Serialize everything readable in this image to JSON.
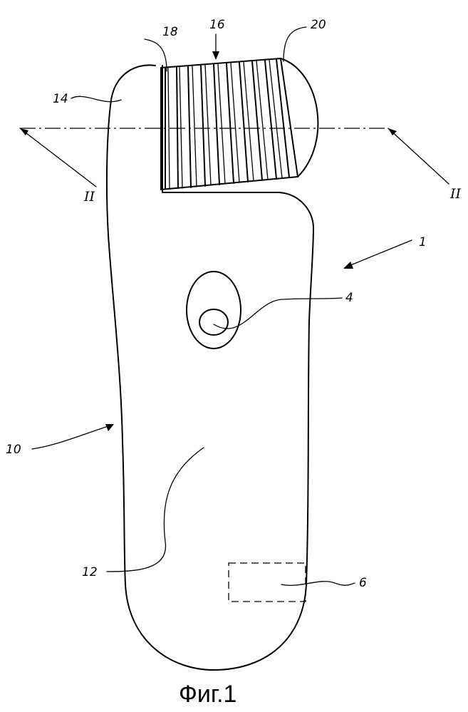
{
  "figure": {
    "caption": "Фиг.1",
    "labels": {
      "device": "1",
      "button": "4",
      "component_6": "6",
      "housing": "10",
      "handle": "12",
      "head_portion": "14",
      "roller": "16",
      "roller_end": "18",
      "cap": "20",
      "section_left": "II",
      "section_right": "II"
    }
  }
}
